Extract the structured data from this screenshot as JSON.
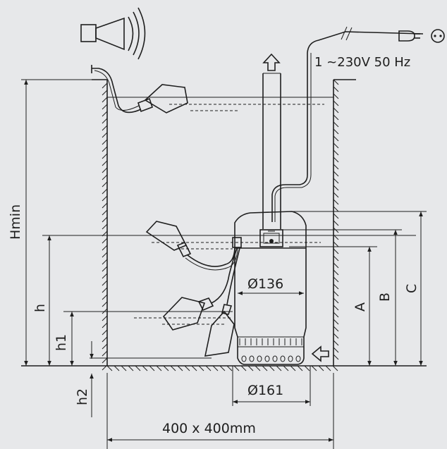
{
  "labels": {
    "voltage": "1 ~230V 50 Hz",
    "hmin": "Hmin",
    "h": "h",
    "h1": "h1",
    "h2": "h2",
    "a": "A",
    "b": "B",
    "c": "C",
    "diameter_top": "Ø136",
    "diameter_base": "Ø161",
    "sump_size": "400 x 400mm"
  },
  "icons": {
    "alarm": "alarm-horn-icon",
    "plug": "mains-plug-icon",
    "socket": "socket-icon",
    "outlet": "outlet-arrow-icon",
    "inlet": "inlet-arrow-icon"
  }
}
